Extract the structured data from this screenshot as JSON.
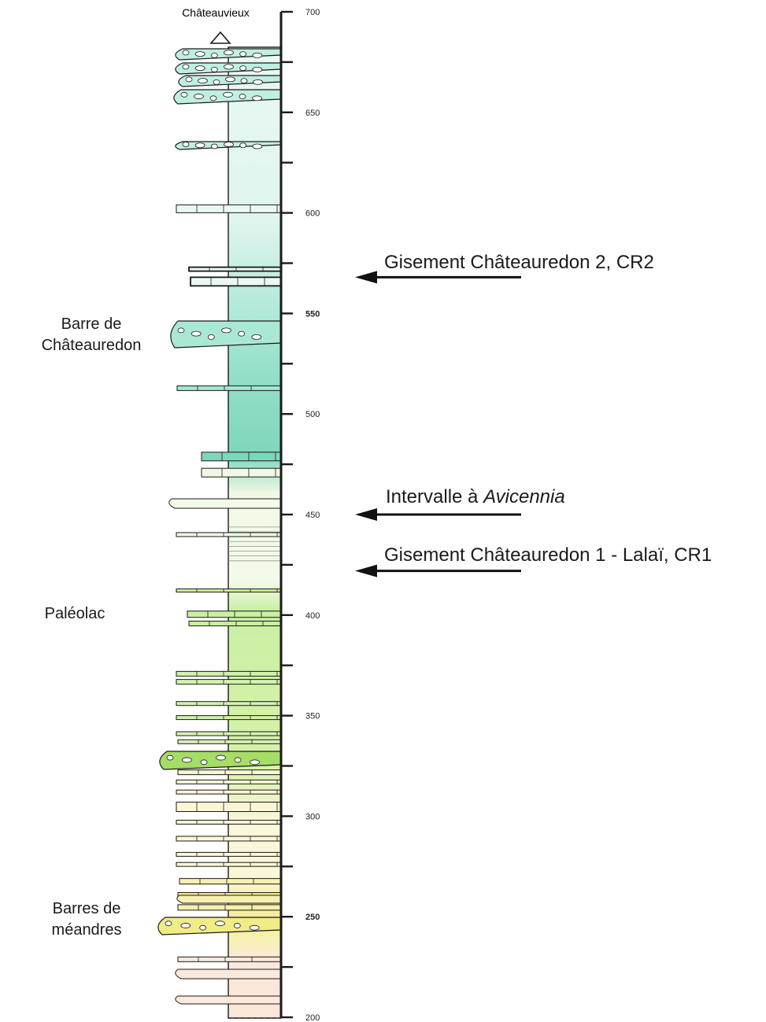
{
  "section": {
    "top_label": "Châteauvieux",
    "units": [
      {
        "text": [
          "Barre de",
          "Châteauredon"
        ]
      },
      {
        "text": [
          "Paléolac"
        ]
      },
      {
        "text": [
          "Barres de",
          "méandres"
        ]
      }
    ],
    "arrows": [
      {
        "prefix": "Gisement Châteauredon 2, CR2",
        "italic": "",
        "level_m": 568
      },
      {
        "prefix": "Intervalle à ",
        "italic": "Avicennia",
        "level_m": 450
      },
      {
        "prefix": "Gisement Châteauredon 1 - Lalaï, CR1",
        "italic": "",
        "level_m": 422
      }
    ]
  },
  "scale": {
    "min_m": 200,
    "max_m": 700,
    "major_ticks": [
      200,
      250,
      300,
      350,
      400,
      450,
      500,
      550,
      600,
      650,
      700
    ],
    "minor_ticks": [
      225,
      275,
      325,
      375,
      425,
      475,
      525,
      575,
      625,
      675
    ],
    "bold_labels": [
      250,
      550
    ]
  },
  "colors": {
    "outline": "#1a1a1a",
    "arrow": "#111111",
    "band_top": "#e4f6ee",
    "band_teal": "#7fd8c0",
    "band_green": "#c8f0a0",
    "band_cream": "#fbf6d8",
    "band_yellow": "#f5ee92",
    "band_peach": "#fbe8dc",
    "conglomerate_teal": "#bfeee2",
    "conglomerate_green": "#a5dd66",
    "conglomerate_yellow": "#f2ec84"
  },
  "icons": [
    "triangle-marker-icon",
    "arrow-left-icon"
  ]
}
